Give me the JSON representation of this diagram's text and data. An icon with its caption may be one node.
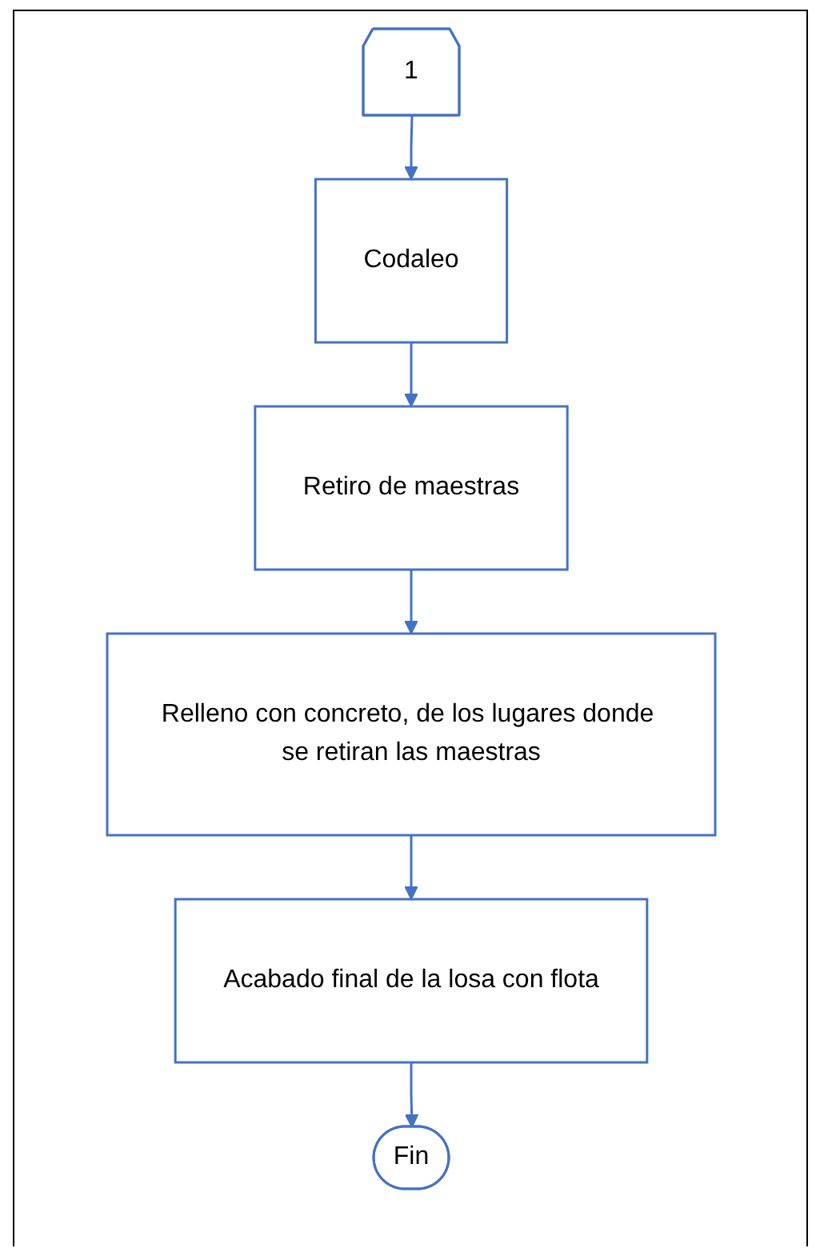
{
  "diagram": {
    "nodes": [
      {
        "text": [
          "1"
        ]
      },
      {
        "text": [
          "Codaleo"
        ]
      },
      {
        "text": [
          "Retiro de maestras"
        ]
      },
      {
        "text": [
          "Relleno con concreto, de los lugares donde se retiran las maestras"
        ]
      },
      {
        "text": [
          "Acabado final de la losa con flota"
        ]
      },
      {
        "text": [
          "Fin"
        ]
      }
    ],
    "edges": [
      {
        "from": 0,
        "to": 1,
        "arrow": "to"
      },
      {
        "from": 1,
        "to": 2,
        "arrow": "to"
      },
      {
        "from": 2,
        "to": 3,
        "arrow": "to"
      },
      {
        "from": 3,
        "to": 4,
        "arrow": "to"
      },
      {
        "from": 4,
        "to": 5,
        "arrow": "to"
      }
    ]
  }
}
